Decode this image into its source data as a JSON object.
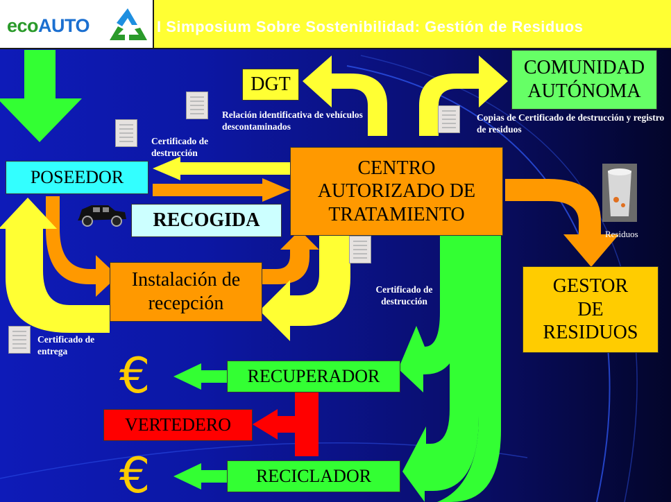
{
  "header": {
    "logo_prefix": "eco",
    "logo_suffix": "AUTO",
    "title": "I Simposium Sobre Sostenibilidad: Gestión de Residuos"
  },
  "nodes": {
    "dgt": "DGT",
    "comunidad": "COMUNIDAD AUTÓNOMA",
    "poseedor": "POSEEDOR",
    "recogida": "RECOGIDA",
    "centro": "CENTRO AUTORIZADO DE TRATAMIENTO",
    "instalacion": "Instalación de recepción",
    "gestor": "GESTOR DE RESIDUOS",
    "recuperador": "RECUPERADOR",
    "vertedero": "VERTEDERO",
    "reciclador": "RECICLADOR"
  },
  "labels": {
    "relacion": "Relación identificativa de vehículos descontaminados",
    "copias": "Copias de Certificado de  destrucción y  registro de residuos",
    "cert_destruccion_top": "Certificado de destrucción",
    "cert_destruccion_mid": "Certificado de destrucción",
    "cert_entrega": "Certificado de entrega",
    "residuos": "Residuos"
  },
  "icons": {
    "currency_symbol": "€",
    "recycle": "recycle-logo-icon",
    "car": "car-icon",
    "bin": "waste-bin-icon",
    "document": "certificate-document-icon"
  },
  "colors": {
    "background": "#0c17a4",
    "arrow_yellow": "#ffff33",
    "arrow_green": "#33ff33",
    "arrow_orange": "#ff9900",
    "box_orange": "#ff9900",
    "box_cyan": "#33ffff",
    "box_green": "#33ff33",
    "box_red": "#ff0000",
    "box_light_green": "#66ff66",
    "box_gestor": "#ffcc00"
  }
}
